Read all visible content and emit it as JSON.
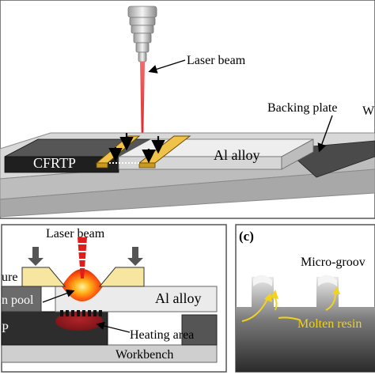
{
  "top_panel": {
    "labels": {
      "laser_beam": "Laser beam",
      "backing_plate": "Backing plate",
      "workbench_partial": "W",
      "cfrtp": "CFRTP",
      "al_alloy": "Al alloy"
    }
  },
  "panel_b": {
    "labels": {
      "laser_beam": "Laser beam",
      "fixture_partial": "ure",
      "melt_pool_partial": "n pool",
      "al_alloy": "Al alloy",
      "cfrtp_partial": "P",
      "heating_area": "Heating area",
      "workbench": "Workbench"
    }
  },
  "panel_c": {
    "tag": "(c)",
    "labels": {
      "micro_groove": "Micro-groov",
      "molten_resin": "Molten resin"
    }
  },
  "colors": {
    "laser_red": "#d81b1b",
    "clamp_yellow": "#f0c24a",
    "cfrtp_dark": "#2b2b2b",
    "al_alloy_light": "#e2e2e2",
    "flow_arrow_yellow": "#f2d21b"
  }
}
